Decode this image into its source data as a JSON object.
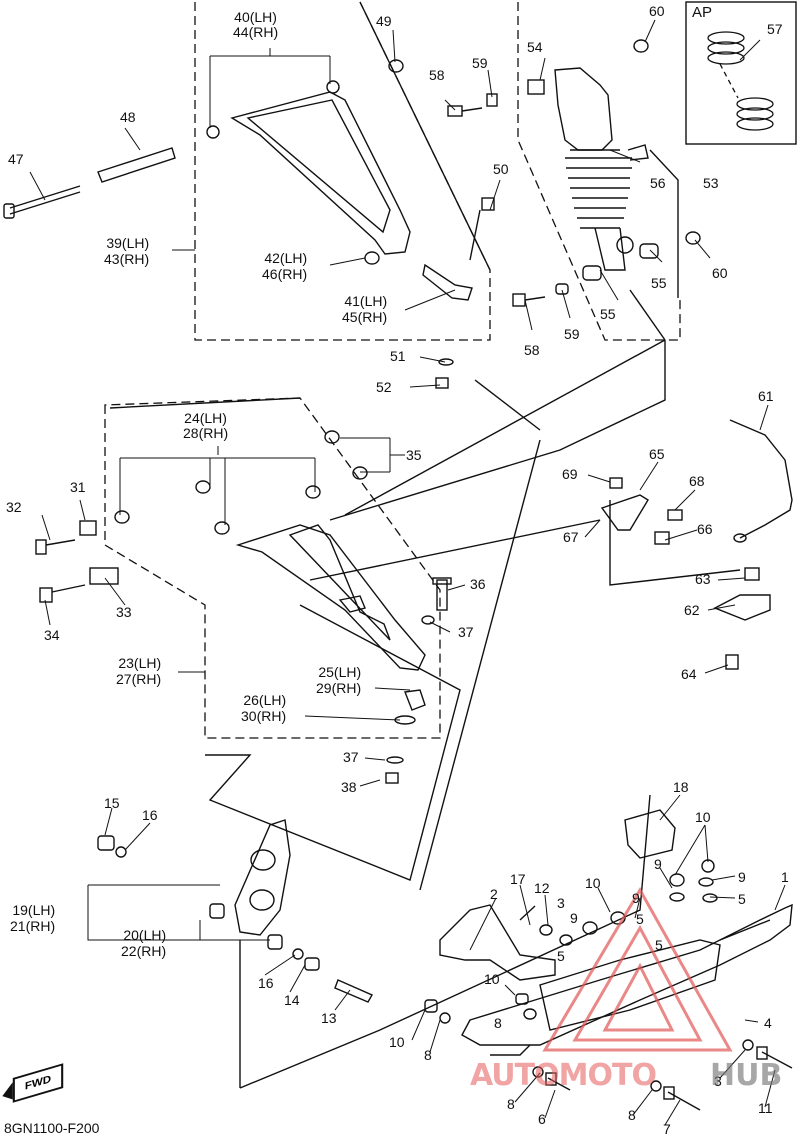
{
  "diagram": {
    "code": "8GN1100-F200",
    "inset_title": "AP",
    "fwd_label": "FWD",
    "watermark": {
      "brand_a": "AUTOMOTO",
      "brand_b": "HUB"
    },
    "callouts": [
      {
        "id": "c40",
        "text": "40(LH)\n44(RH)"
      },
      {
        "id": "c49",
        "text": "49"
      },
      {
        "id": "c48",
        "text": "48"
      },
      {
        "id": "c47",
        "text": "47"
      },
      {
        "id": "c39",
        "text": "39(LH)\n43(RH)"
      },
      {
        "id": "c42",
        "text": "42(LH)\n46(RH)"
      },
      {
        "id": "c41",
        "text": "41(LH)\n45(RH)"
      },
      {
        "id": "c50",
        "text": "50"
      },
      {
        "id": "c51",
        "text": "51"
      },
      {
        "id": "c52",
        "text": "52"
      },
      {
        "id": "c60a",
        "text": "60"
      },
      {
        "id": "c54",
        "text": "54"
      },
      {
        "id": "c58a",
        "text": "58"
      },
      {
        "id": "c59a",
        "text": "59"
      },
      {
        "id": "c56",
        "text": "56"
      },
      {
        "id": "c53",
        "text": "53"
      },
      {
        "id": "c60b",
        "text": "60"
      },
      {
        "id": "c55a",
        "text": "55"
      },
      {
        "id": "c55b",
        "text": "55"
      },
      {
        "id": "c59b",
        "text": "59"
      },
      {
        "id": "c58b",
        "text": "58"
      },
      {
        "id": "c57",
        "text": "57"
      },
      {
        "id": "c24",
        "text": "24(LH)\n28(RH)"
      },
      {
        "id": "c35",
        "text": "35"
      },
      {
        "id": "c32",
        "text": "32"
      },
      {
        "id": "c31",
        "text": "31"
      },
      {
        "id": "c33",
        "text": "33"
      },
      {
        "id": "c34",
        "text": "34"
      },
      {
        "id": "c36",
        "text": "36"
      },
      {
        "id": "c37a",
        "text": "37"
      },
      {
        "id": "c23",
        "text": "23(LH)\n27(RH)"
      },
      {
        "id": "c25",
        "text": "25(LH)\n29(RH)"
      },
      {
        "id": "c26",
        "text": "26(LH)\n30(RH)"
      },
      {
        "id": "c37b",
        "text": "37"
      },
      {
        "id": "c38",
        "text": "38"
      },
      {
        "id": "c61",
        "text": "61"
      },
      {
        "id": "c65",
        "text": "65"
      },
      {
        "id": "c69",
        "text": "69"
      },
      {
        "id": "c68",
        "text": "68"
      },
      {
        "id": "c67",
        "text": "67"
      },
      {
        "id": "c66",
        "text": "66"
      },
      {
        "id": "c63",
        "text": "63"
      },
      {
        "id": "c62",
        "text": "62"
      },
      {
        "id": "c64",
        "text": "64"
      },
      {
        "id": "c15",
        "text": "15"
      },
      {
        "id": "c16a",
        "text": "16"
      },
      {
        "id": "c19",
        "text": "19(LH)\n21(RH)"
      },
      {
        "id": "c20",
        "text": "20(LH)\n22(RH)"
      },
      {
        "id": "c16b",
        "text": "16"
      },
      {
        "id": "c14",
        "text": "14"
      },
      {
        "id": "c13",
        "text": "13"
      },
      {
        "id": "c18",
        "text": "18"
      },
      {
        "id": "c10a",
        "text": "10"
      },
      {
        "id": "c9a",
        "text": "9"
      },
      {
        "id": "c9b",
        "text": "9"
      },
      {
        "id": "c1",
        "text": "1"
      },
      {
        "id": "c5a",
        "text": "5"
      },
      {
        "id": "c17",
        "text": "17"
      },
      {
        "id": "c12",
        "text": "12"
      },
      {
        "id": "c3a",
        "text": "3"
      },
      {
        "id": "c9c",
        "text": "9"
      },
      {
        "id": "c10b",
        "text": "10"
      },
      {
        "id": "c9d",
        "text": "9"
      },
      {
        "id": "c5b",
        "text": "5"
      },
      {
        "id": "c5c",
        "text": "5"
      },
      {
        "id": "c2",
        "text": "2"
      },
      {
        "id": "c5d",
        "text": "5"
      },
      {
        "id": "c10c",
        "text": "10"
      },
      {
        "id": "c8a",
        "text": "8"
      },
      {
        "id": "c10d",
        "text": "10"
      },
      {
        "id": "c8b",
        "text": "8"
      },
      {
        "id": "c4",
        "text": "4"
      },
      {
        "id": "c3b",
        "text": "3"
      },
      {
        "id": "c8c",
        "text": "8"
      },
      {
        "id": "c6",
        "text": "6"
      },
      {
        "id": "c8d",
        "text": "8"
      },
      {
        "id": "c7",
        "text": "7"
      },
      {
        "id": "c11",
        "text": "11"
      }
    ]
  }
}
